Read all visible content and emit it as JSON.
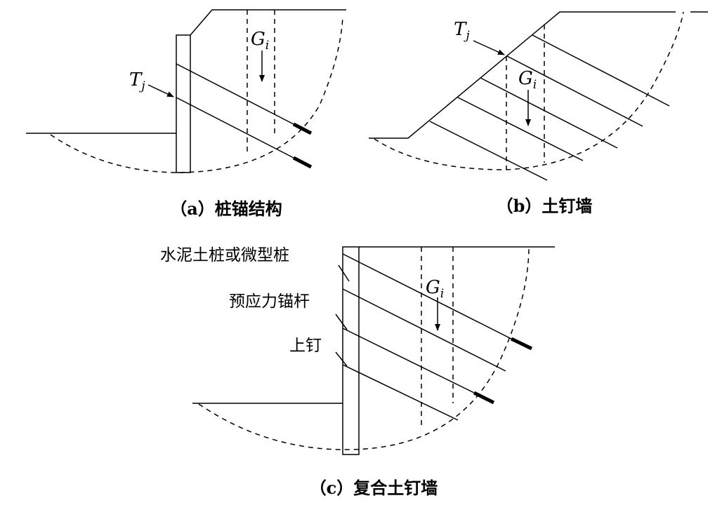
{
  "panels": {
    "a": {
      "caption": "（a）桩锚结构",
      "gravity": "G",
      "gravity_sub": "i",
      "tension": "T",
      "tension_sub": "j"
    },
    "b": {
      "caption": "（b）土钉墙",
      "gravity": "G",
      "gravity_sub": "i",
      "tension": "T",
      "tension_sub": "j"
    },
    "c": {
      "caption": "（c）复合土钉墙",
      "gravity": "G",
      "gravity_sub": "i",
      "labels": {
        "pile": "水泥土桩或微型桩",
        "anchor": "预应力锚杆",
        "nail": "上钉"
      }
    }
  }
}
